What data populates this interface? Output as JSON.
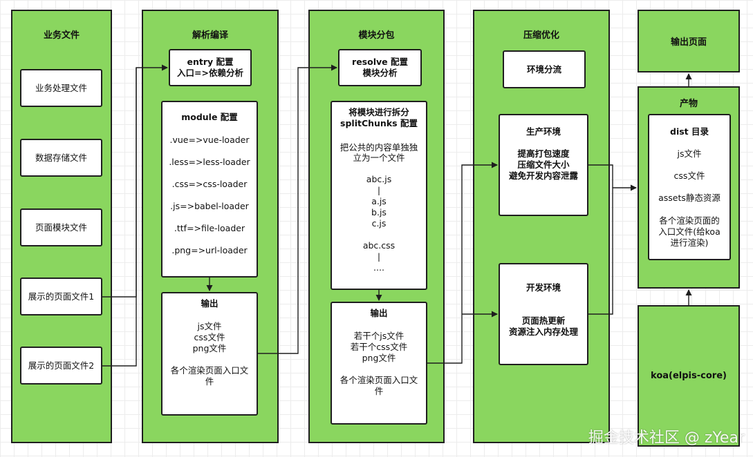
{
  "columns": {
    "business": {
      "title": "业务文件",
      "items": [
        "业务处理文件",
        "数据存储文件",
        "页面模块文件",
        "展示的页面文件1",
        "展示的页面文件2"
      ]
    },
    "parse": {
      "title": "解析编译",
      "entry": [
        "entry 配置",
        "入口=>依赖分析"
      ],
      "module_title": "module 配置",
      "loaders": [
        ".vue=>vue-loader",
        ".less=>less-loader",
        ".css=>css-loader",
        ".js=>babel-loader",
        ".ttf=>file-loader",
        ".png=>url-loader"
      ],
      "output_title": "输出",
      "output_lines": [
        "js文件",
        "css文件",
        "png文件"
      ],
      "output_note": [
        "各个渲染页面入口文",
        "件"
      ]
    },
    "split": {
      "title": "模块分包",
      "resolve": [
        "resolve 配置",
        "模块分析"
      ],
      "chunks_title": [
        "将模块进行拆分",
        "splitChunks 配置"
      ],
      "chunks_desc": [
        "把公共的内容单独独",
        "立为一个文件"
      ],
      "chunks_js": [
        "abc.js",
        "|",
        "a.js",
        "b.js",
        "c.js"
      ],
      "chunks_css": [
        "abc.css",
        "|",
        "...."
      ],
      "output_title": "输出",
      "output_lines": [
        "若干个js文件",
        "若干个css文件",
        "png文件"
      ],
      "output_note": [
        "各个渲染页面入口文",
        "件"
      ]
    },
    "compress": {
      "title": "压缩优化",
      "env_split": "环境分流",
      "prod_title": "生产环境",
      "prod_lines": [
        "提高打包速度",
        "压缩文件大小",
        "避免开发内容泄露"
      ],
      "dev_title": "开发环境",
      "dev_lines": [
        "页面热更新",
        "资源注入内存处理"
      ]
    },
    "output_page": {
      "title": "输出页面"
    },
    "product": {
      "title": "产物",
      "dist_title": "dist 目录",
      "dist_items": [
        "js文件",
        "css文件",
        "assets静态资源"
      ],
      "dist_note": [
        "各个渲染页面的",
        "入口文件(给koa",
        "进行渲染)"
      ]
    },
    "koa": {
      "title": "koa(elpis-core)"
    }
  },
  "watermark": "掘金技术社区 @ zYear",
  "colors": {
    "column_fill": "#8ad65f",
    "border": "#1e1e1e",
    "box_fill": "#ffffff"
  }
}
